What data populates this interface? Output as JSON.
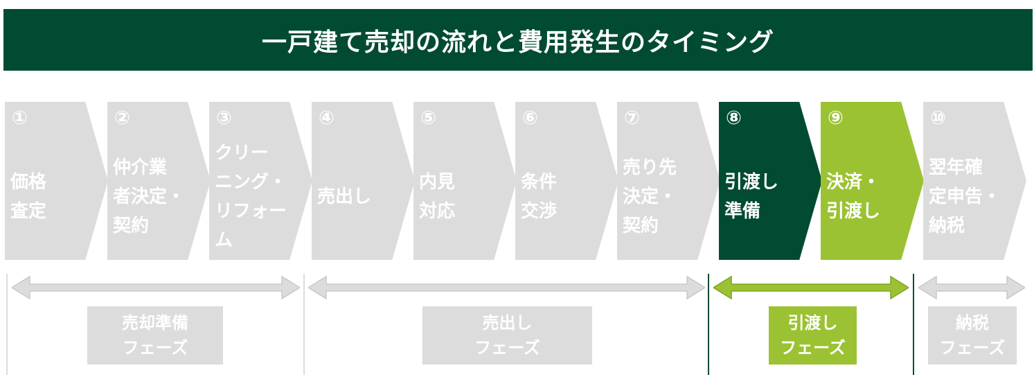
{
  "title": "一戸建て売却の流れと費用発生のタイミング",
  "colors": {
    "dark_green": "#004b32",
    "light_green": "#9bc232",
    "gray": "#dcdcdc",
    "white": "#ffffff"
  },
  "steps": [
    {
      "num": "①",
      "label": "価格\n査定",
      "style": "gray"
    },
    {
      "num": "②",
      "label": "仲介業\n者決定・\n契約",
      "style": "gray"
    },
    {
      "num": "③",
      "label": "クリー\nニング・\nリフォー\nム",
      "style": "gray"
    },
    {
      "num": "④",
      "label": "売出し",
      "style": "gray"
    },
    {
      "num": "⑤",
      "label": "内見\n対応",
      "style": "gray"
    },
    {
      "num": "⑥",
      "label": "条件\n交渉",
      "style": "gray"
    },
    {
      "num": "⑦",
      "label": "売り先\n決定・\n契約",
      "style": "gray"
    },
    {
      "num": "⑧",
      "label": "引渡し\n準備",
      "style": "dark"
    },
    {
      "num": "⑨",
      "label": "決済・\n引渡し",
      "style": "light"
    },
    {
      "num": "⑩",
      "label": "翌年確\n定申告・\n納税",
      "style": "gray"
    }
  ],
  "phases": [
    {
      "line1": "売却準備",
      "line2": "フェーズ",
      "style": "gray"
    },
    {
      "line1": "売出し",
      "line2": "フェーズ",
      "style": "gray"
    },
    {
      "line1": "引渡し",
      "line2": "フェーズ",
      "style": "light"
    },
    {
      "line1": "納税",
      "line2": "フェーズ",
      "style": "gray"
    }
  ]
}
